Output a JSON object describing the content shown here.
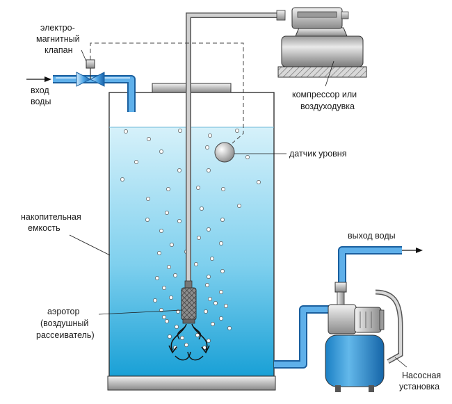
{
  "labels": {
    "valve_line1": "электро-",
    "valve_line2": "магнитный",
    "valve_line3": "клапан",
    "water_in_line1": "вход",
    "water_in_line2": "воды",
    "compressor_line1": "компрессор или",
    "compressor_line2": "воздуходувка",
    "level_sensor": "датчик уровня",
    "tank_line1": "накопительная",
    "tank_line2": "емкость",
    "water_out": "выход воды",
    "aerator_line1": "аэротор",
    "aerator_line2": "(воздушный",
    "aerator_line3": "рассеиватель)",
    "pump_line1": "Насосная",
    "pump_line2": "установка"
  },
  "colors": {
    "water_top": "#d6f1fa",
    "water_bottom": "#1aa3d8",
    "pipe_blue": "#1e88d0",
    "steel": "#c8c8c8",
    "tank_outline": "#333333"
  },
  "icons": {
    "valve": "solenoid-valve-icon",
    "compressor": "compressor-icon",
    "float": "level-float-icon",
    "aerator": "aerator-icon",
    "pump": "pump-station-icon"
  }
}
